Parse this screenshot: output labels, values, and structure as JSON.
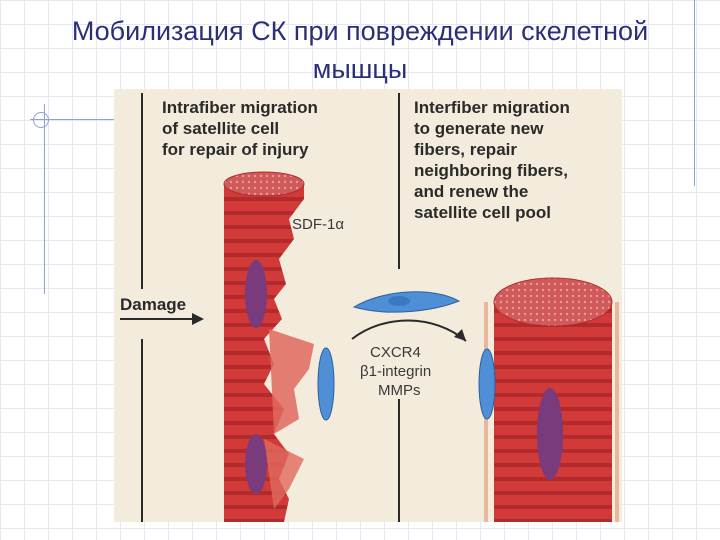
{
  "slide": {
    "title": "Мобилизация СК при повреждении скелетной мышцы"
  },
  "figure": {
    "intrafiber_text": "Intrafiber migration\nof satellite cell\nfor repair of injury",
    "interfiber_text": "Interfiber migration\nto generate new\nfibers, repair\nneighboring fibers,\nand renew the\nsatellite cell pool",
    "damage_label": "Damage",
    "sdf_label": "SDF-1α",
    "mechanism_lines": [
      "CXCR4",
      "β1-integrin",
      "MMPs"
    ]
  },
  "colors": {
    "title": "#2b2f78",
    "figure_background": "#f3ecdd",
    "fiber_red": "#d23a3a",
    "fiber_dark": "#b12a2c",
    "nucleus_purple": "#7a3b7c",
    "satellite_cell_blue": "#4f8fd6"
  }
}
